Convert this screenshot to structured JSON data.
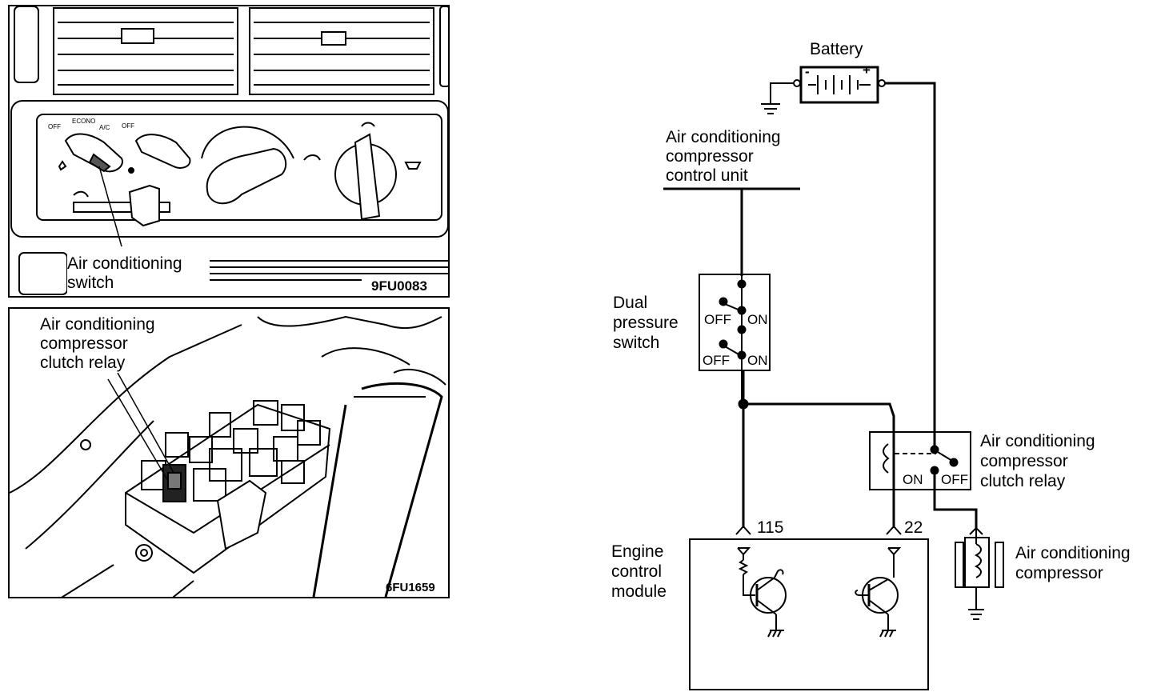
{
  "top_left": {
    "label_line1": "Air conditioning",
    "label_line2": "switch",
    "code": "9FU0083",
    "knob_labels": {
      "off": "OFF",
      "econo": "ECONO",
      "ac": "A/C",
      "off2": "OFF"
    }
  },
  "bottom_left": {
    "label_line1": "Air conditioning",
    "label_line2": "compressor",
    "label_line3": "clutch relay",
    "code": "6FU1659"
  },
  "wiring": {
    "battery": {
      "label": "Battery",
      "minus": "-",
      "plus": "+"
    },
    "control_unit": {
      "line1": "Air conditioning",
      "line2": "compressor",
      "line3": "control unit"
    },
    "dual_switch": {
      "line1": "Dual",
      "line2": "pressure",
      "line3": "switch",
      "off": "OFF",
      "on": "ON"
    },
    "relay": {
      "line1": "Air conditioning",
      "line2": "compressor",
      "line3": "clutch relay",
      "on": "ON",
      "off": "OFF"
    },
    "compressor": {
      "line1": "Air conditioning",
      "line2": "compressor"
    },
    "ecm": {
      "line1": "Engine",
      "line2": "control",
      "line3": "module"
    },
    "pin_115": "115",
    "pin_22": "22"
  }
}
